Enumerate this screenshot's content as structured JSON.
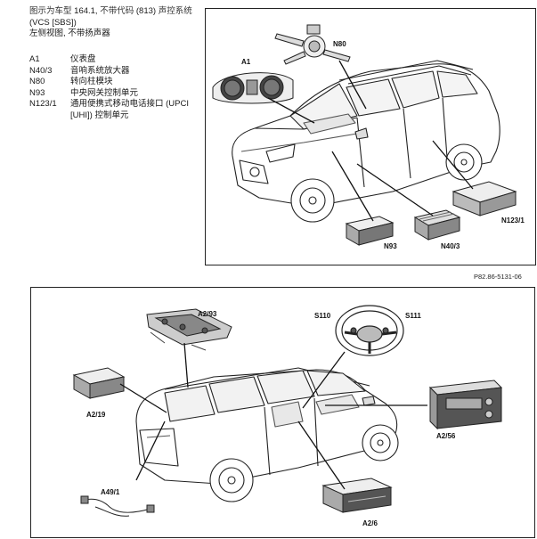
{
  "caption": {
    "line1_a": "图示为车型",
    "line1_b": "164.1,",
    "line1_c": "不带代码",
    "line1_d": "(813)",
    "line1_e": "声控系统",
    "line2": "(VCS [SBS])",
    "line3_a": "左侧视图,",
    "line3_b": "不带扬声器"
  },
  "legend": [
    {
      "code": "A1",
      "desc": "仪表盘"
    },
    {
      "code": "N40/3",
      "desc": "音响系统放大器"
    },
    {
      "code": "N80",
      "desc": "转向柱模块"
    },
    {
      "code": "N93",
      "desc": "中央网关控制单元"
    },
    {
      "code": "N123/1",
      "desc": "通用便携式移动电话接口 (UPCI"
    },
    {
      "code": "",
      "desc": "[UHI]) 控制单元"
    }
  ],
  "figure_ref": "P82.86-5131-06",
  "top_labels": {
    "a1": "A1",
    "n80": "N80",
    "n93": "N93",
    "n40_3": "N40/3",
    "n123_1": "N123/1"
  },
  "bottom_labels": {
    "a2_93": "A2/93",
    "s110": "S110",
    "s111": "S111",
    "a2_19": "A2/19",
    "a2_56": "A2/56",
    "a49_1": "A49/1",
    "a2_6": "A2/6"
  }
}
